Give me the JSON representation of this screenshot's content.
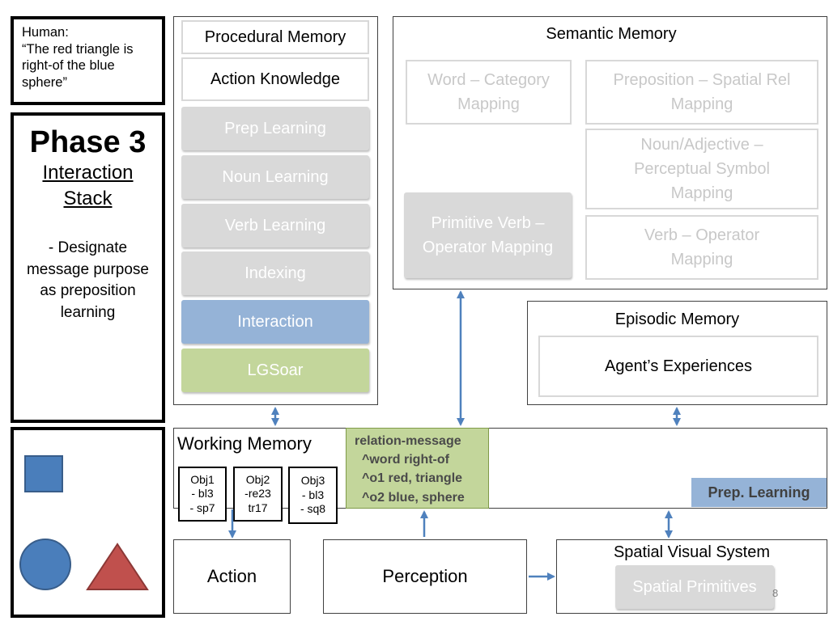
{
  "human": {
    "speaker": "Human:",
    "quote": "“The red triangle is right-of the blue sphere”"
  },
  "phase": {
    "title": "Phase 3",
    "subtitle_line1": "Interaction",
    "subtitle_line2": "Stack",
    "description": "- Designate message purpose as preposition learning"
  },
  "procedural": {
    "title": "Procedural Memory",
    "action_knowledge": "Action Knowledge",
    "items": [
      "Prep Learning",
      "Noun Learning",
      "Verb Learning",
      "Indexing",
      "Interaction",
      "LGSoar"
    ],
    "colors": {
      "interaction": "#95b3d7",
      "lgsoar": "#c3d69b"
    }
  },
  "semantic": {
    "title": "Semantic Memory",
    "word_category": "Word – Category Mapping",
    "preposition_spatial": "Preposition – Spatial Rel Mapping",
    "noun_adjective": "Noun/Adjective – Perceptual Symbol Mapping",
    "primitive_verb": "Primitive Verb – Operator Mapping",
    "verb_operator": "Verb – Operator Mapping"
  },
  "episodic": {
    "title": "Episodic Memory",
    "experiences": "Agent’s Experiences"
  },
  "working": {
    "title": "Working Memory",
    "objects": [
      {
        "line1": "Obj1",
        "line2": "- bl3",
        "line3": "- sp7"
      },
      {
        "line1": "Obj2",
        "line2": "-re23",
        "line3": "tr17"
      },
      {
        "line1": "Obj3",
        "line2": "- bl3",
        "line3": "- sq8"
      }
    ],
    "message": {
      "line1": "relation-message",
      "line2": "^word right-of",
      "line3": "^o1 red, triangle",
      "line4": "^o2 blue, sphere",
      "color": "#c3d69b"
    },
    "prep_learning": "Prep. Learning",
    "prep_color": "#95b3d7"
  },
  "action": "Action",
  "perception": "Perception",
  "spatial": {
    "title": "Spatial Visual System",
    "primitives": "Spatial Primitives"
  },
  "page_number": "8",
  "shapes": {
    "square": "#4a7ebb",
    "circle": "#4a7ebb",
    "triangle": "#c0504d"
  },
  "arrow_color": "#4f81bd"
}
